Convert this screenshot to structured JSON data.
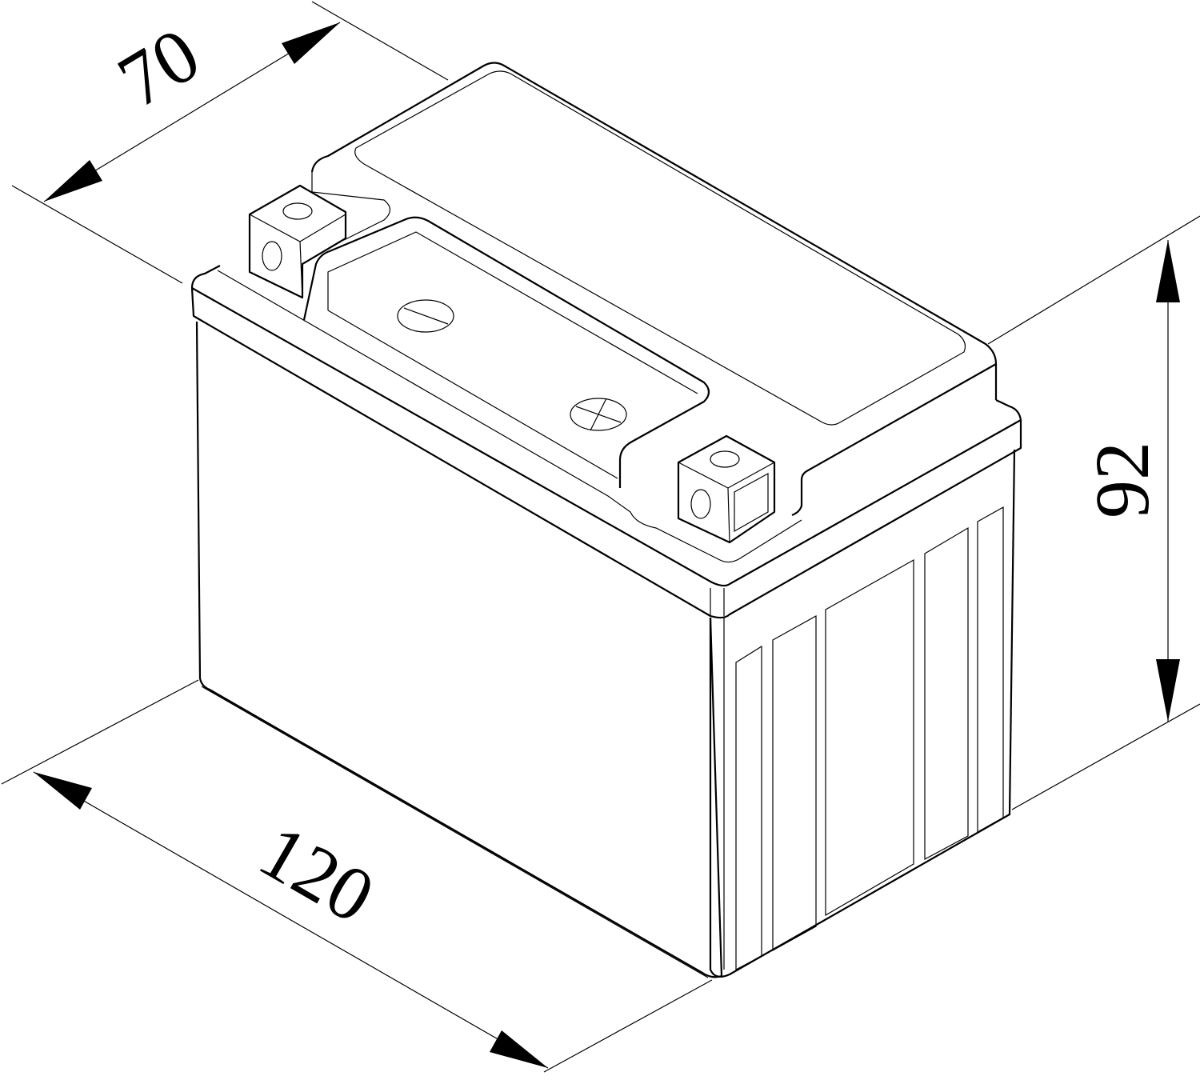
{
  "diagram": {
    "subject": "battery",
    "dimensions": {
      "depth": "70",
      "length": "120",
      "height": "92"
    },
    "colors": {
      "line": "#000000",
      "background": "#ffffff"
    }
  }
}
